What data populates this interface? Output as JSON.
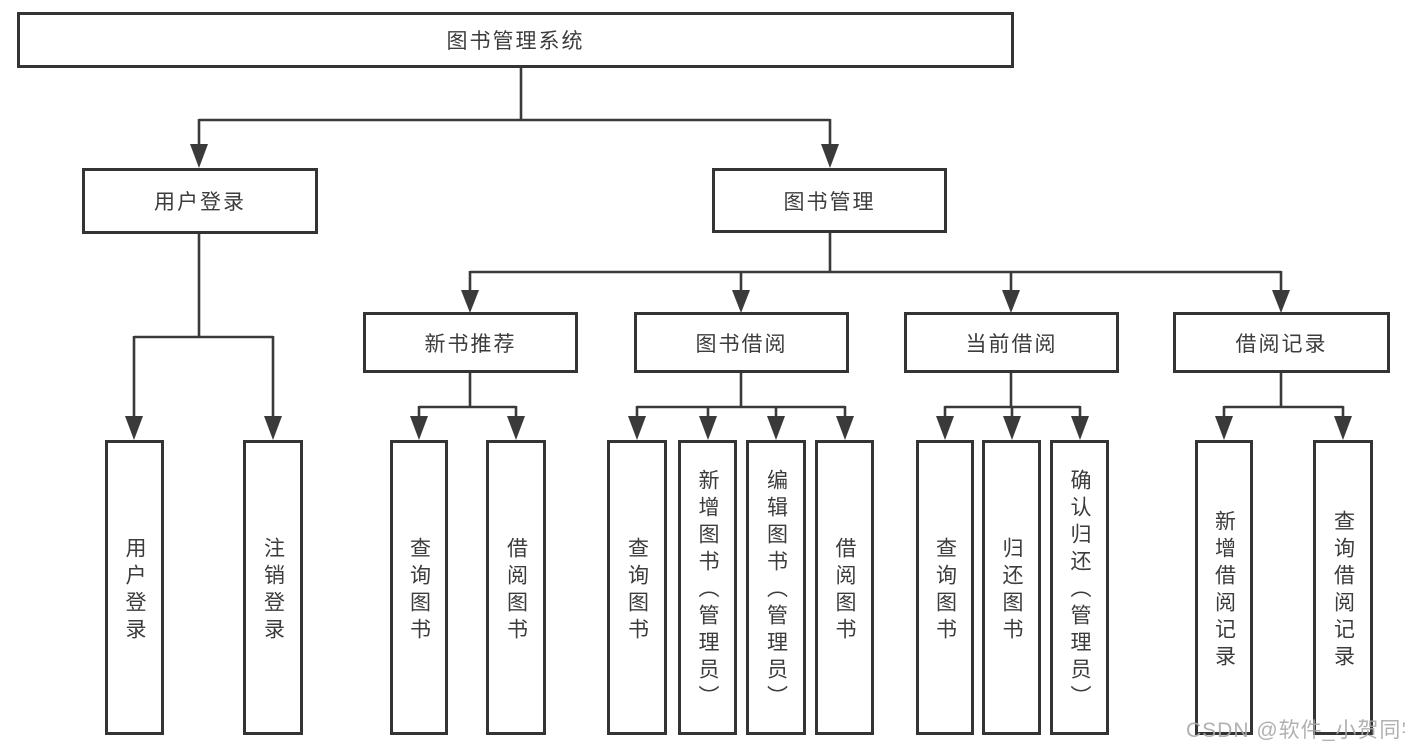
{
  "diagram": {
    "root_label": "图书管理系统",
    "branches": [
      {
        "label": "用户登录",
        "children": [
          "用户登录",
          "注销登录"
        ]
      },
      {
        "label": "图书管理",
        "groups": [
          {
            "label": "新书推荐",
            "children": [
              "查询图书",
              "借阅图书"
            ]
          },
          {
            "label": "图书借阅",
            "children": [
              "查询图书",
              "新增图书（管理员）",
              "编辑图书（管理员）",
              "借阅图书"
            ]
          },
          {
            "label": "当前借阅",
            "children": [
              "查询图书",
              "归还图书",
              "确认归还（管理员）"
            ]
          },
          {
            "label": "借阅记录",
            "children": [
              "新增借阅记录",
              "查询借阅记录"
            ]
          }
        ]
      }
    ],
    "watermark": "CSDN @软件_小贺同学",
    "colors": {
      "background": "#ffffff",
      "box_border": "#343434",
      "connector": "#3a3a3a",
      "text": "#3c3c3c",
      "watermark": "#a8a8a8"
    }
  }
}
